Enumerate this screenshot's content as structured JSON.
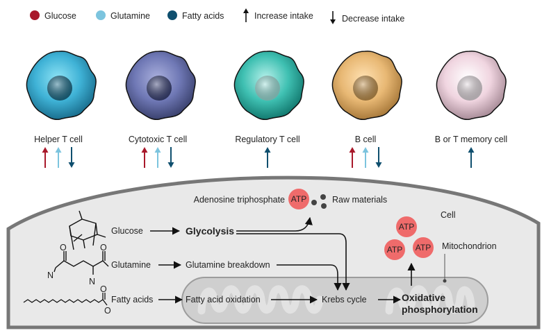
{
  "legend": {
    "glucose": "Glucose",
    "glutamine": "Glutamine",
    "fatty_acids": "Fatty acids",
    "increase": "Increase intake",
    "decrease": "Decrease intake"
  },
  "colors": {
    "glucose": "#a8182a",
    "glutamine": "#7cc4de",
    "fatty_acids": "#0f4f6e",
    "atp": "#ef6b6b",
    "cell_bg": "#e9e9e9",
    "mito": "#cfcfcf"
  },
  "cells": [
    {
      "name": "Helper T cell",
      "glucose": "up",
      "glutamine": "up",
      "fatty_acids": "down"
    },
    {
      "name": "Cytotoxic T cell",
      "glucose": "up",
      "glutamine": "up",
      "fatty_acids": "down"
    },
    {
      "name": "Regulatory T cell",
      "glucose": "",
      "glutamine": "",
      "fatty_acids": "up"
    },
    {
      "name": "B cell",
      "glucose": "up",
      "glutamine": "up",
      "fatty_acids": "down"
    },
    {
      "name": "B or T memory cell",
      "glucose": "",
      "glutamine": "",
      "fatty_acids": "up"
    }
  ],
  "pathway": {
    "adenosine": "Adenosine triphosphate",
    "atp": "ATP",
    "raw": "Raw materials",
    "cell": "Cell",
    "glucose": "Glucose",
    "glycolysis": "Glycolysis",
    "glutamine": "Glutamine",
    "glutamine_breakdown": "Glutamine breakdown",
    "fatty_acids": "Fatty acids",
    "fatty_oxidation": "Fatty acid oxidation",
    "krebs": "Krebs cycle",
    "oxphos_1": "Oxidative",
    "oxphos_2": "phosphorylation",
    "mitochondrion": "Mitochondrion"
  },
  "molecule": {
    "o": "O",
    "n": "N"
  }
}
